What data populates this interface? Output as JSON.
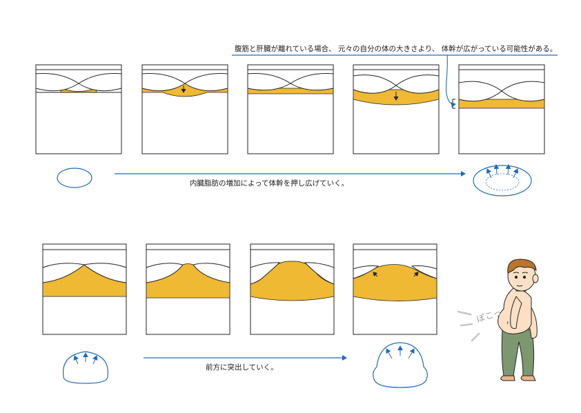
{
  "top_note": "腹筋と肝臓が離れている場合、 元々の自分の体の大きさより、 体幹が広がっている可能性がある。",
  "row1_caption": "内臓脂肪の増加によって体幹を押し広げていく。",
  "row2_caption": "前方に突出していく。",
  "sound_effect": "ぽこっ",
  "colors": {
    "fat": "#f0b934",
    "outline": "#222222",
    "accent_blue": "#1f6bbf",
    "skin": "#fbe0c5",
    "hair": "#b9742e",
    "pants": "#7d9870"
  },
  "icons": [
    "arrow-down-icon",
    "arrow-up-icon",
    "bracket-icon",
    "man-illustration",
    "motion-lines-icon"
  ]
}
